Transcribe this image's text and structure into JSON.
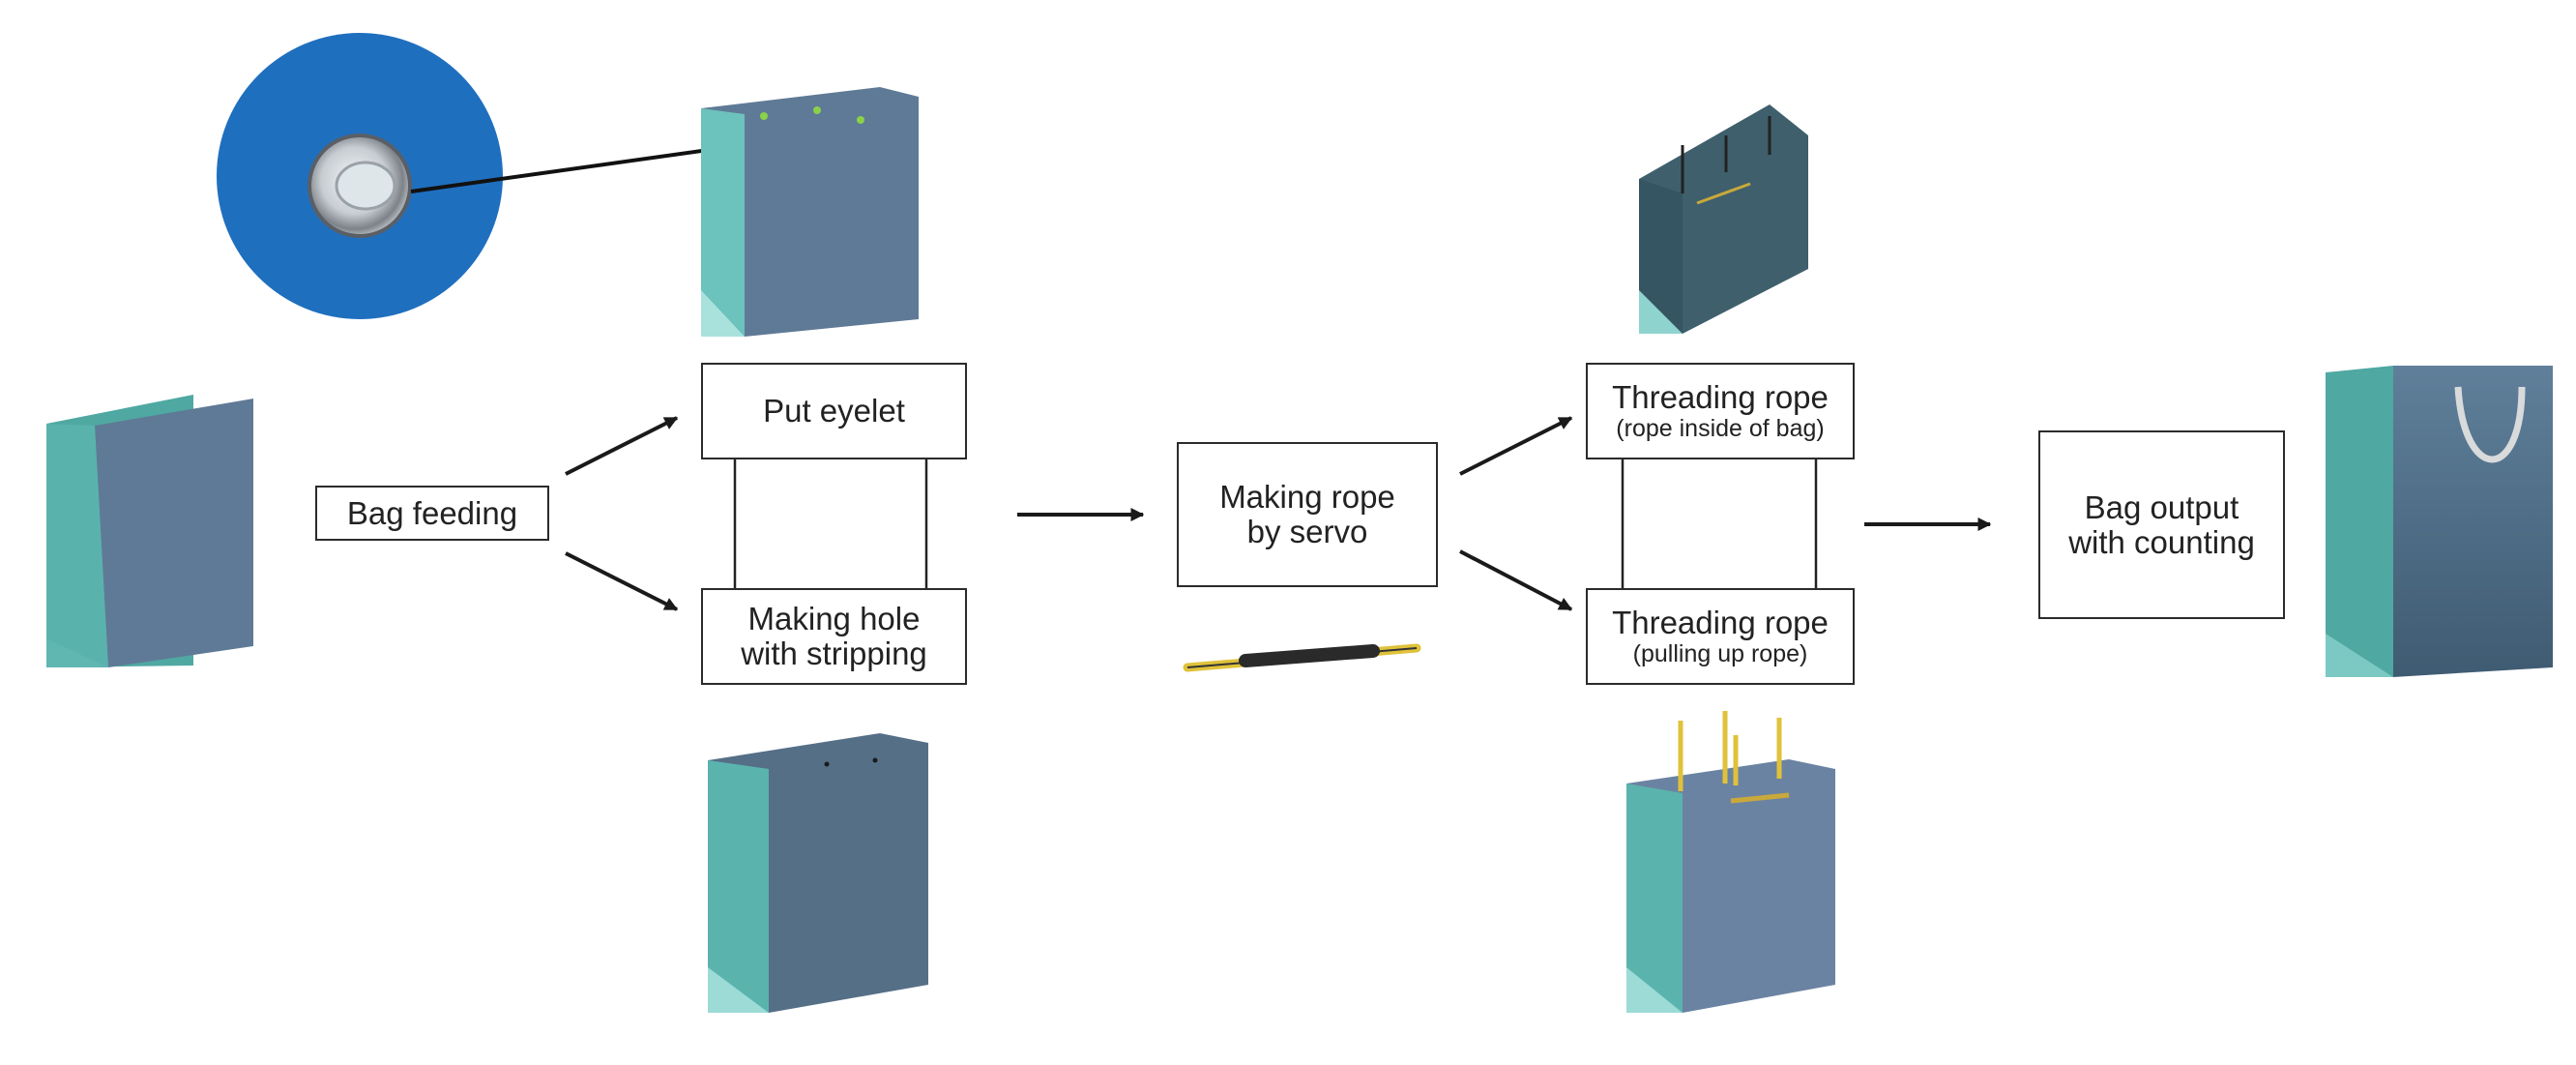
{
  "steps": {
    "bag_feeding": {
      "label": "Bag feeding"
    },
    "put_eyelet": {
      "label": "Put eyelet"
    },
    "making_hole": {
      "line1": "Making hole",
      "line2": "with stripping"
    },
    "making_rope": {
      "line1": "Making rope",
      "line2": "by servo"
    },
    "threading_inside": {
      "label": "Threading rope",
      "note": "(rope inside of bag)"
    },
    "threading_pulling": {
      "label": "Threading rope",
      "note": "(pulling up rope)"
    },
    "bag_output": {
      "line1": "Bag output",
      "line2": "with counting"
    }
  },
  "colors": {
    "eyelet_circle": "#1f6fbf",
    "bag_side": "#5fb8b3",
    "bag_front": "#5f7a96",
    "bag_front_dark": "#3f5f6c",
    "rope_yellow": "#e0c23a"
  }
}
